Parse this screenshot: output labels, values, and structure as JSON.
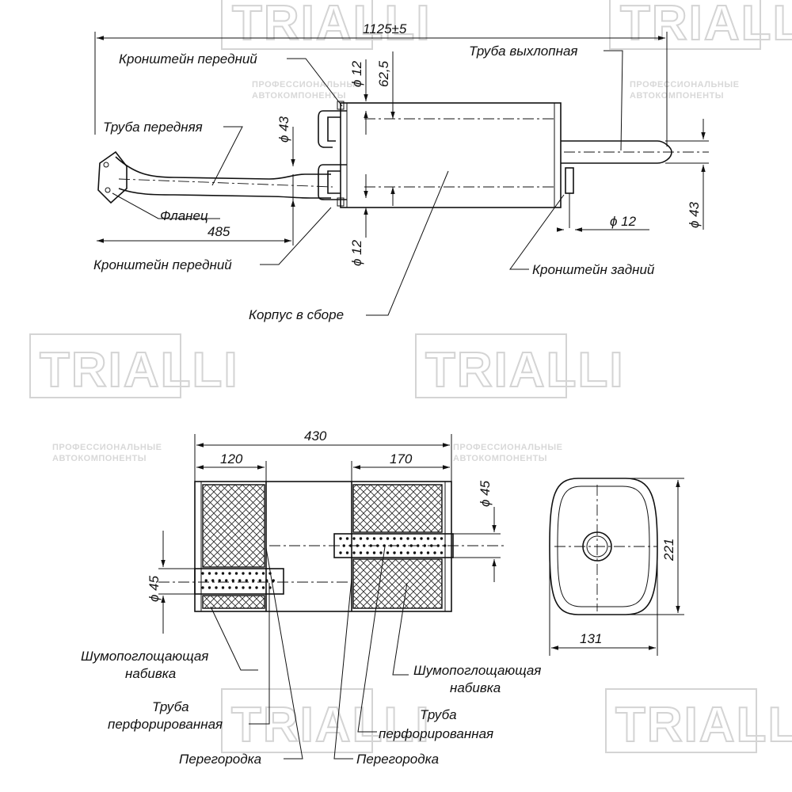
{
  "watermark": {
    "brand": "TRIALLI",
    "sub_line1": "ПРОФЕССИОНАЛЬНЫЕ",
    "sub_line2": "АВТОКОМПОНЕНТЫ"
  },
  "top_view": {
    "labels": {
      "front_bracket_upper": "Кронштейн передний",
      "front_pipe": "Труба передняя",
      "flange": "Фланец",
      "front_bracket_lower": "Кронштейн передний",
      "body_assembly": "Корпус в сборе",
      "exhaust_pipe": "Труба выхлопная",
      "rear_bracket": "Кронштейн задний"
    },
    "dimensions": {
      "overall_length": "1125±5",
      "flange_to_bracket": "485",
      "front_bracket_dia_top": "ϕ 12",
      "bracket_offset": "62,5",
      "front_pipe_dia": "ϕ 43",
      "front_bracket_dia_bottom": "ϕ 12",
      "rear_bracket_dia": "ϕ 12",
      "exhaust_pipe_dia": "ϕ 43"
    }
  },
  "section_view": {
    "labels": {
      "absorber_left": "Шумопоглощающая набивка",
      "absorber_left_l1": "Шумопоглощающая",
      "absorber_left_l2": "набивка",
      "absorber_right_l1": "Шумопоглощающая",
      "absorber_right_l2": "набивка",
      "perf_left_l1": "Труба",
      "perf_left_l2": "перфорированная",
      "perf_right_l1": "Труба",
      "perf_right_l2": "перфорированная",
      "baffle_left": "Перегородка",
      "baffle_right": "Перегородка"
    },
    "dimensions": {
      "body_length": "430",
      "left_chamber": "120",
      "right_chamber": "170",
      "outlet_dia": "ϕ 45",
      "inlet_dia": "ϕ 45"
    }
  },
  "end_view": {
    "dimensions": {
      "height": "221",
      "width": "131"
    }
  }
}
